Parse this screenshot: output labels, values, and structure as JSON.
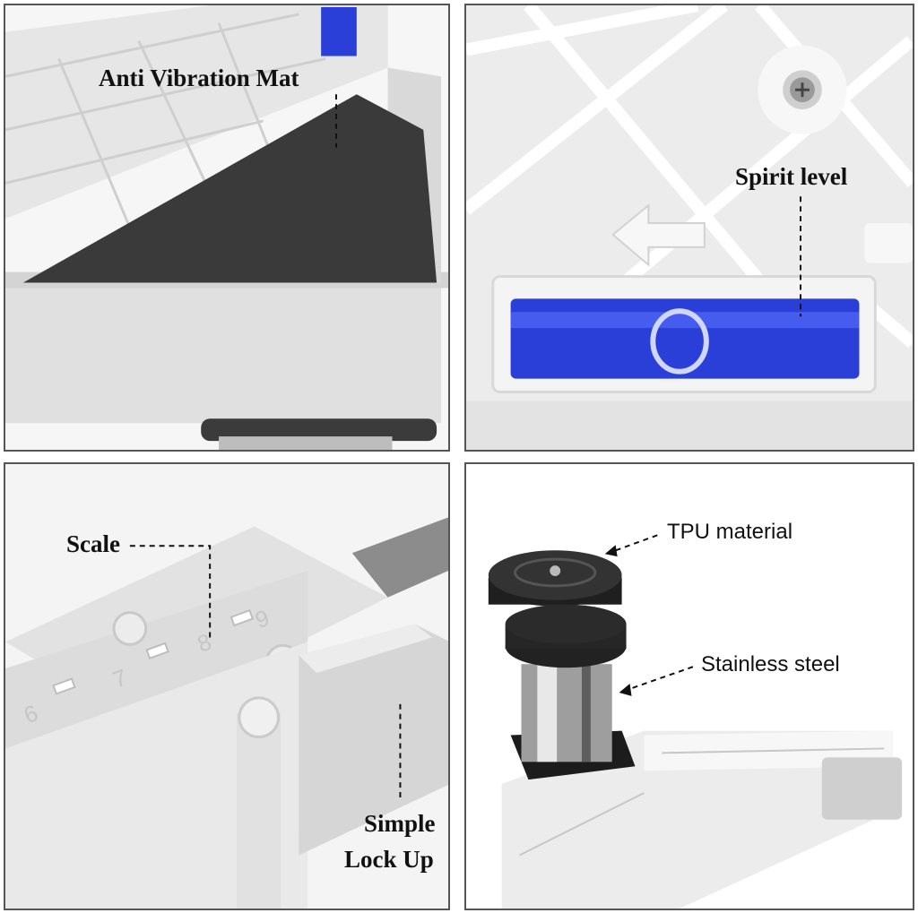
{
  "panels": {
    "mat": {
      "label": "Anti Vibration Mat"
    },
    "level": {
      "label": "Spirit level"
    },
    "scale": {
      "label": "Scale",
      "lock_line1": "Simple",
      "lock_line2": "Lock Up"
    },
    "foot": {
      "tpu_label": "TPU material",
      "steel_label": "Stainless steel"
    }
  },
  "colors": {
    "plastic": "#e9e9e9",
    "mat": "#3a3a3a",
    "bubble": "#2a3fd8",
    "border": "#555555"
  }
}
